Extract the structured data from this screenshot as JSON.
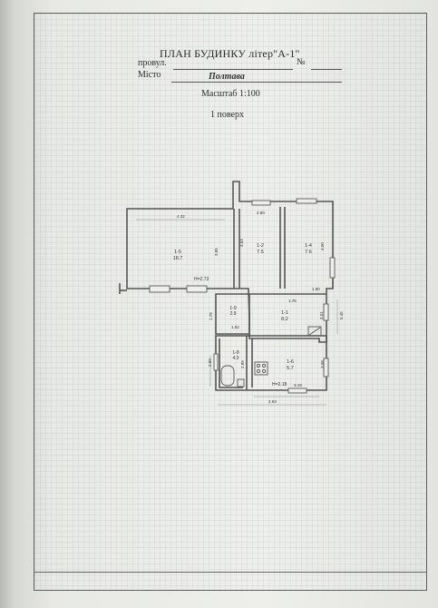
{
  "document": {
    "title": "ПЛАН БУДИНКУ літер\"А-1\"",
    "street_label": "провул.",
    "number_label": "№",
    "city_label": "Місто",
    "city_value": "Полтава",
    "scale": "Масштаб 1:100",
    "floor": "1 поверх"
  },
  "plan": {
    "rooms": [
      {
        "num": "1-5",
        "area": "18.7"
      },
      {
        "num": "1-2",
        "area": "7.5"
      },
      {
        "num": "1-4",
        "area": "7.6"
      },
      {
        "num": "1-1",
        "area": "8.2"
      },
      {
        "num": "1-9",
        "area": "2.9"
      },
      {
        "num": "1-8",
        "area": "4.3"
      },
      {
        "num": "1-6",
        "area": "5.7"
      }
    ],
    "dimensions": [
      "4.32",
      "3.85",
      "2.80",
      "3.53",
      "4.00",
      "1.76",
      "1.80",
      "3.51",
      "1.78",
      "1.52",
      "2.89",
      "3.58",
      "3.19",
      "5.45",
      "2.89",
      "2.63"
    ],
    "heights": [
      "H=2.73",
      "H=2.18"
    ]
  }
}
